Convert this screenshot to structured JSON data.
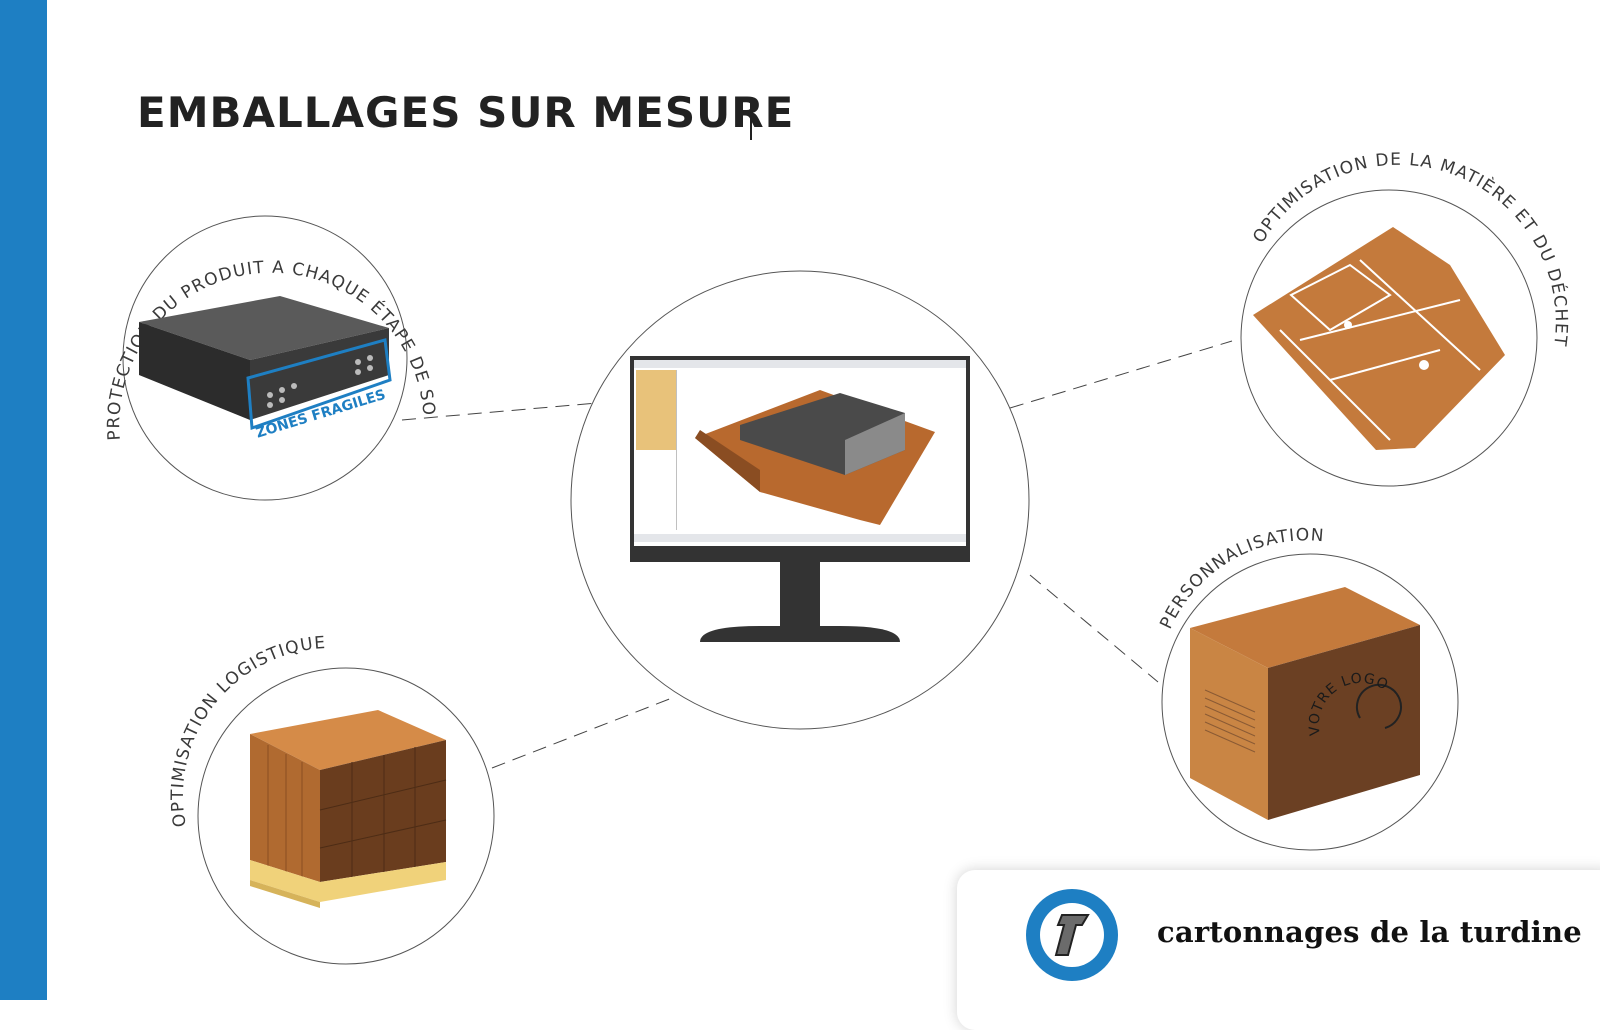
{
  "title": "EMBALLAGES SUR MESURE",
  "features": {
    "protection": "PROTECTION DU PRODUIT A CHAQUE ÉTAPE DE SON CYCLE DE VIE",
    "fragile_label": "ZONES FRAGILES",
    "matiere": "OPTIMISATION DE LA MATIÈRE ET DU DÉCHET",
    "logistique": "OPTIMISATION LOGISTIQUE",
    "personnalisation": "PERSONNALISATION",
    "logo_label": "VOTRE LOGO"
  },
  "brand": {
    "name": "cartonnages de la turdine"
  },
  "colors": {
    "accent": "#1e7fc3",
    "cardboard": "#c97a3b",
    "cardboard_dark": "#6b4023",
    "device": "#3b3b3b"
  },
  "icons": [
    "monitor-icon",
    "device-icon",
    "die-cut-icon",
    "pallet-icon",
    "box-icon",
    "brand-logo-icon"
  ]
}
